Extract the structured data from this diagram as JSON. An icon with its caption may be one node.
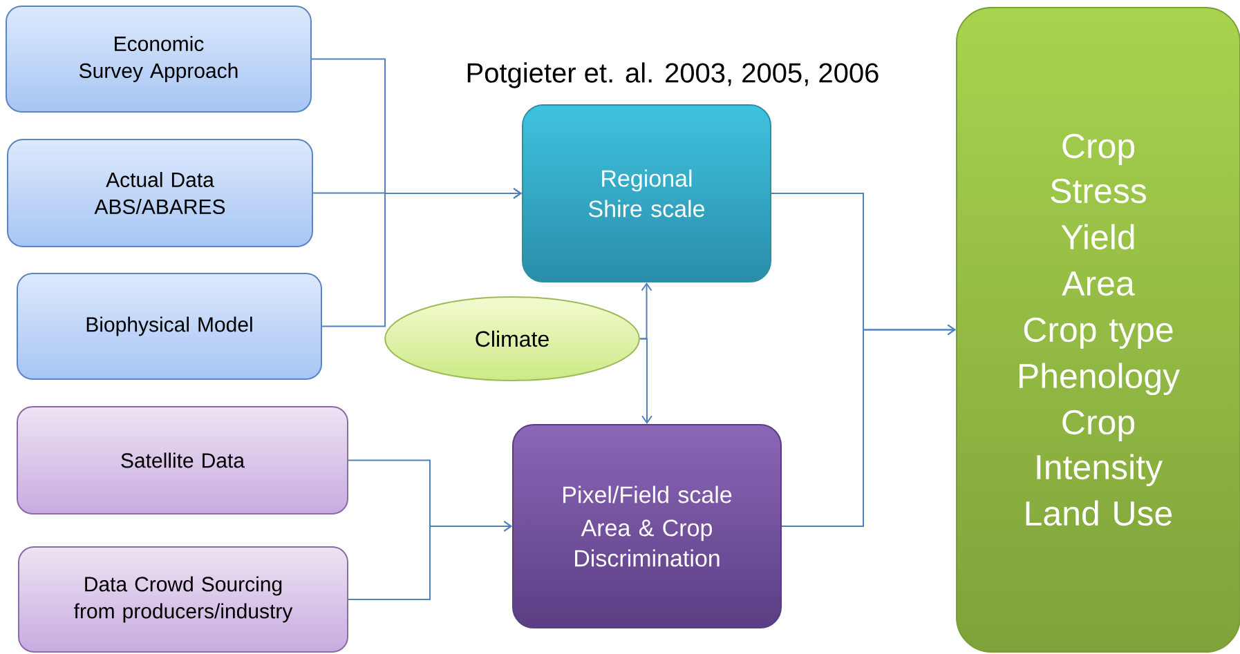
{
  "diagram": {
    "nodes": [
      {
        "text": [
          "Economic Survey Approach"
        ]
      },
      {
        "text": [
          "Actual Data ABS/ABARES"
        ]
      },
      {
        "text": [
          "Biophysical Model"
        ]
      },
      {
        "text": [
          "Satellite Data"
        ]
      },
      {
        "text": [
          "Data Crowd Sourcing from producers/industry"
        ]
      },
      {
        "text": [
          "Regional Shire scale"
        ]
      },
      {
        "text": [
          "Climate"
        ]
      },
      {
        "text": [
          "Pixel/Field scale",
          "Area & Crop Discrimination"
        ]
      },
      {
        "text": [
          "Crop Stress",
          "Yield",
          "Area",
          "Crop type",
          "Phenology",
          "Crop Intensity",
          "Land Use"
        ]
      }
    ],
    "edges": [
      {
        "from": 0,
        "to": 5,
        "arrow": "to"
      },
      {
        "from": 1,
        "to": 5,
        "arrow": "to"
      },
      {
        "from": 2,
        "to": 5,
        "arrow": "to"
      },
      {
        "from": 3,
        "to": 7,
        "arrow": "to"
      },
      {
        "from": 4,
        "to": 7,
        "arrow": "to"
      },
      {
        "from": 6,
        "to": 5,
        "arrow": "to"
      },
      {
        "from": 6,
        "to": 7,
        "arrow": "to"
      },
      {
        "from": 5,
        "to": 8,
        "arrow": "to"
      },
      {
        "from": 7,
        "to": 8,
        "arrow": "to"
      }
    ],
    "labels": [
      "Potgieter et. al. 2003, 2005, 2006"
    ]
  }
}
